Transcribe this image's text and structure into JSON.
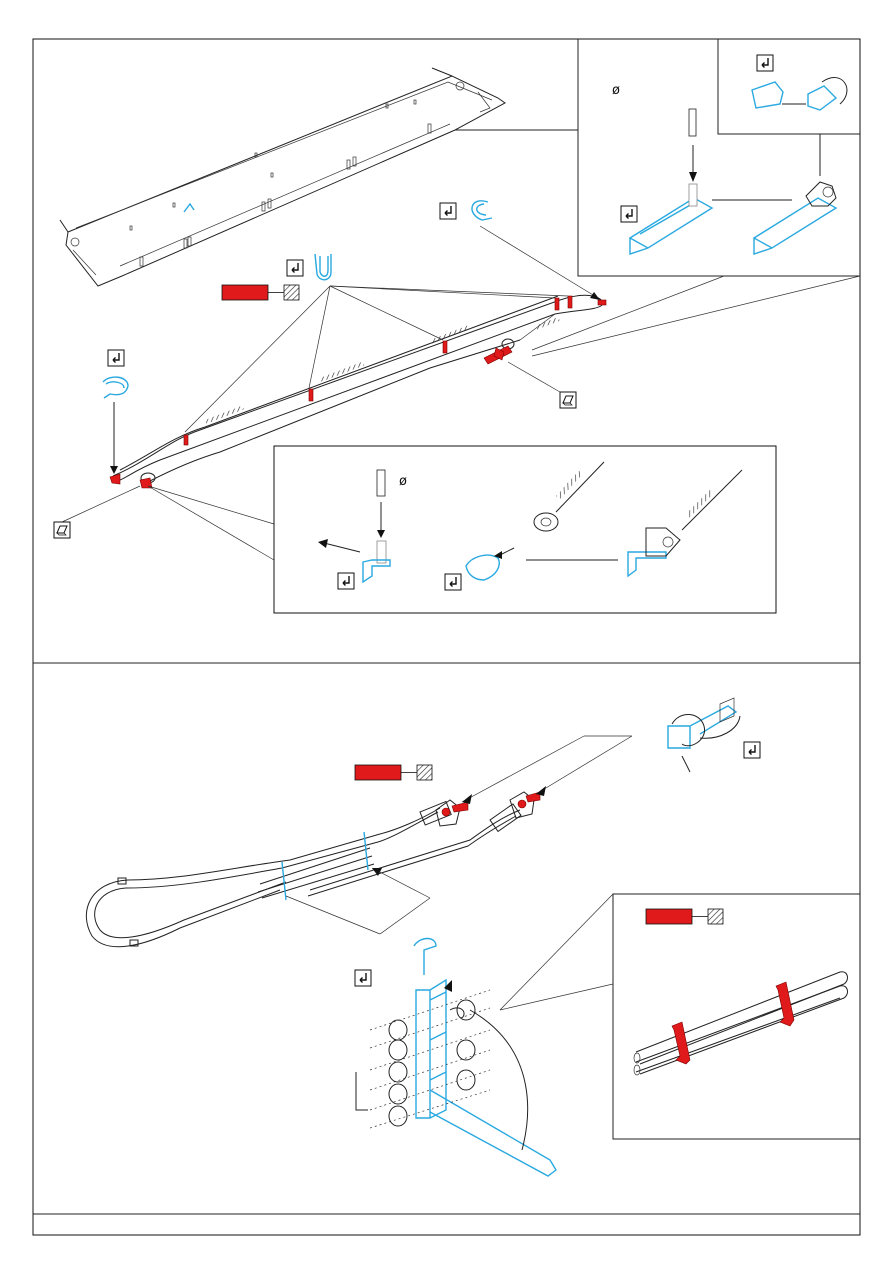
{
  "page": {
    "background": "#ffffff",
    "colors": {
      "photo_etch": "#29a9e0",
      "paint_red": "#e01a1a",
      "line": "#222222"
    }
  },
  "symbols": {
    "bend_icon": "bend-arrow-icon",
    "drill_diameter": "ø",
    "wire_icon": "wire-icon",
    "hatched_swatch": "hatched-swatch-icon"
  },
  "labels": {
    "diameter_top": "ø",
    "diameter_mid": "ø"
  }
}
